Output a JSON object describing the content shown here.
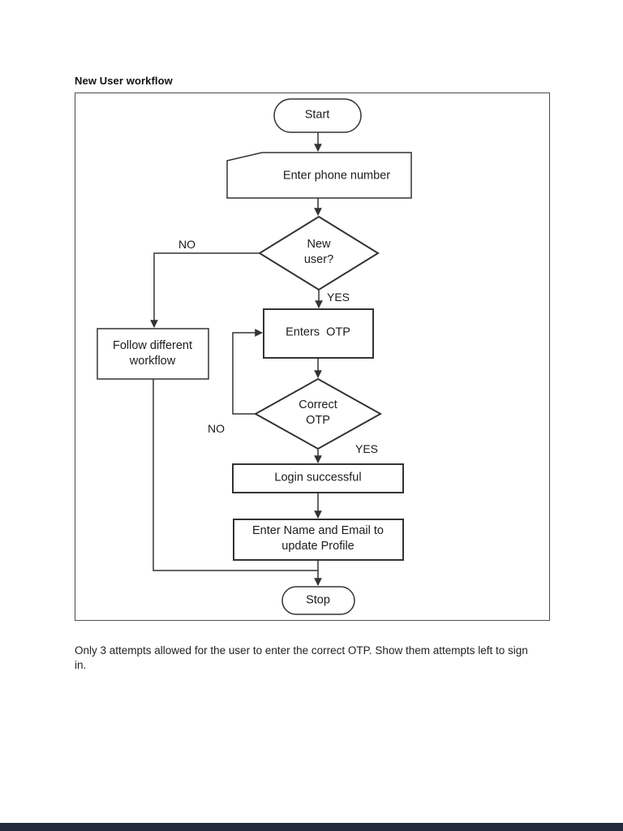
{
  "page": {
    "title": "New User workflow",
    "caption": "Only 3 attempts allowed for the user to enter the correct OTP. Show them attempts left to sign in."
  },
  "flowchart": {
    "type": "flowchart",
    "nodes": {
      "start": {
        "type": "terminator",
        "label": "Start"
      },
      "enter_phone": {
        "type": "manual-input",
        "label": "Enter phone number"
      },
      "new_user": {
        "type": "decision",
        "label": "New\nuser?"
      },
      "follow_workflow": {
        "type": "process",
        "label": "Follow different workflow"
      },
      "enters_otp": {
        "type": "process",
        "label": "Enters  OTP"
      },
      "correct_otp": {
        "type": "decision",
        "label": "Correct\nOTP"
      },
      "login_successful": {
        "type": "process",
        "label": "Login successful"
      },
      "update_profile": {
        "type": "process",
        "label": "Enter Name and Email to update Profile"
      },
      "stop": {
        "type": "terminator",
        "label": "Stop"
      }
    },
    "edges": [
      {
        "from": "start",
        "to": "enter_phone",
        "label": ""
      },
      {
        "from": "enter_phone",
        "to": "new_user",
        "label": ""
      },
      {
        "from": "new_user",
        "to": "follow_workflow",
        "label": "NO"
      },
      {
        "from": "new_user",
        "to": "enters_otp",
        "label": "YES"
      },
      {
        "from": "enters_otp",
        "to": "correct_otp",
        "label": ""
      },
      {
        "from": "correct_otp",
        "to": "enters_otp",
        "label": "NO"
      },
      {
        "from": "correct_otp",
        "to": "login_successful",
        "label": "YES"
      },
      {
        "from": "login_successful",
        "to": "update_profile",
        "label": ""
      },
      {
        "from": "update_profile",
        "to": "stop",
        "label": ""
      },
      {
        "from": "follow_workflow",
        "to": "stop",
        "label": ""
      }
    ],
    "edge_labels": {
      "new_user_no": "NO",
      "new_user_yes": "YES",
      "correct_otp_no": "NO",
      "correct_otp_yes": "YES"
    },
    "colors": {
      "background": "#ffffff",
      "stroke": "#333333",
      "text": "#1c1c1c",
      "frame_border": "#4d4d4d",
      "viewer_bar": "#202c3d"
    }
  }
}
